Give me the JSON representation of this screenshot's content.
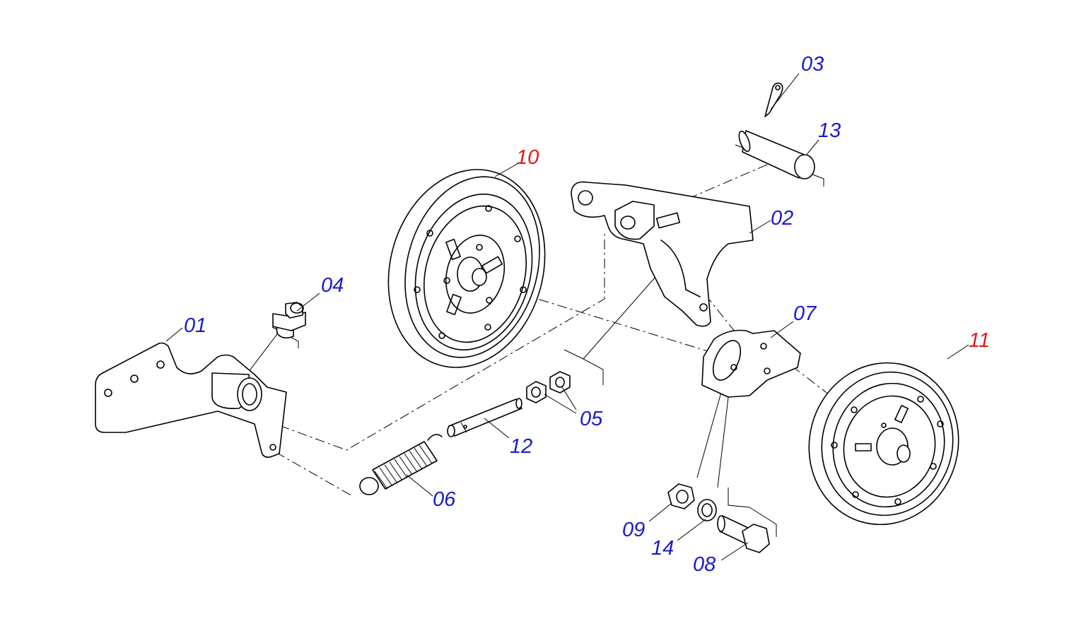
{
  "colors": {
    "std_label": "#1a1acc",
    "special_label": "#e01a1a",
    "line": "#000000"
  },
  "labels": [
    {
      "id": "01",
      "text": "01",
      "color": "blue"
    },
    {
      "id": "02",
      "text": "02",
      "color": "blue"
    },
    {
      "id": "03",
      "text": "03",
      "color": "blue"
    },
    {
      "id": "04",
      "text": "04",
      "color": "blue"
    },
    {
      "id": "05",
      "text": "05",
      "color": "blue"
    },
    {
      "id": "06",
      "text": "06",
      "color": "blue"
    },
    {
      "id": "07",
      "text": "07",
      "color": "blue"
    },
    {
      "id": "08",
      "text": "08",
      "color": "blue"
    },
    {
      "id": "09",
      "text": "09",
      "color": "blue"
    },
    {
      "id": "10",
      "text": "10",
      "color": "red"
    },
    {
      "id": "11",
      "text": "11",
      "color": "red"
    },
    {
      "id": "12",
      "text": "12",
      "color": "blue"
    },
    {
      "id": "13",
      "text": "13",
      "color": "blue"
    },
    {
      "id": "14",
      "text": "14",
      "color": "blue"
    }
  ]
}
